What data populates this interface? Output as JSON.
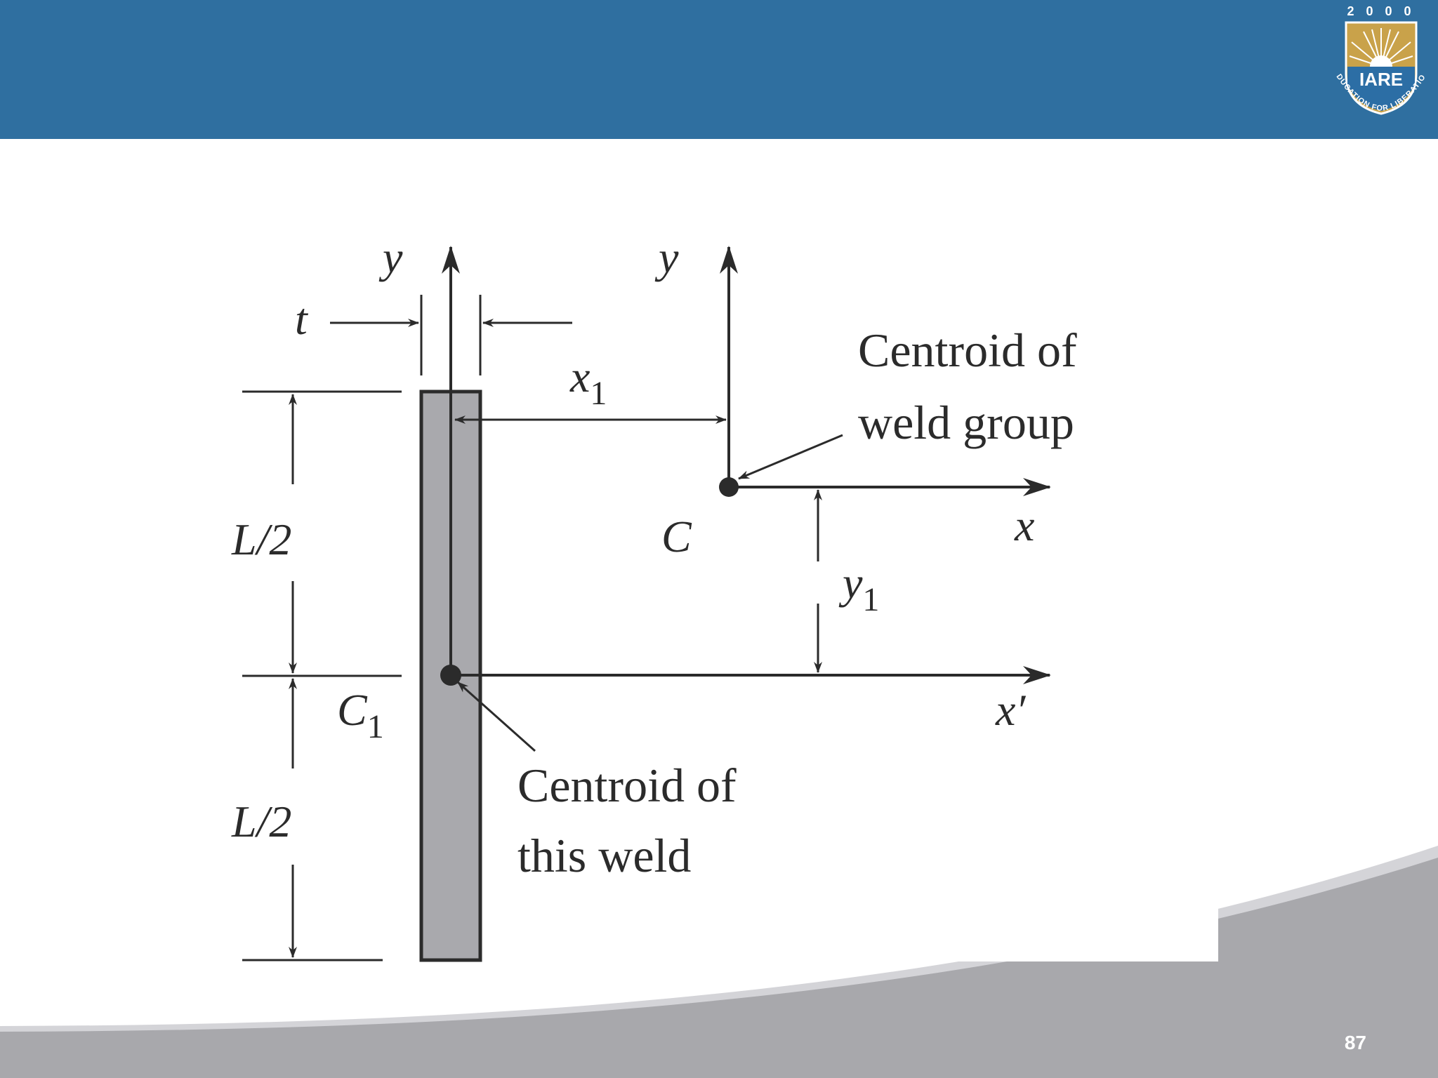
{
  "slide": {
    "page_number": "87",
    "colors": {
      "header": "#2f6fa0",
      "footer": "#a8a8ac",
      "footer_light": "#d4d4d8"
    }
  },
  "logo": {
    "year_text": "2 0 0 0",
    "brand_text": "IARE",
    "motto_text": "EDUCATION FOR LIBERATION",
    "colors": {
      "shield": "#c9a24a",
      "band": "#2c6ea5"
    },
    "icon": "iare-logo"
  },
  "diagram": {
    "labels": {
      "t": "t",
      "y_left": "y",
      "y_right": "y",
      "x1": "x",
      "x1_sub": "1",
      "y1": "y",
      "y1_sub": "1",
      "x": "x",
      "x_prime": "x′",
      "c": "C",
      "c1": "C",
      "c1_sub": "1",
      "l_half_top": "L/2",
      "l_half_bottom": "L/2",
      "group_line1": "Centroid of",
      "group_line2": "weld group",
      "weld_line1": "Centroid of",
      "weld_line2": "this weld"
    },
    "colors": {
      "weld_fill": "#a9a9ad",
      "ink": "#2b2b2b"
    }
  }
}
